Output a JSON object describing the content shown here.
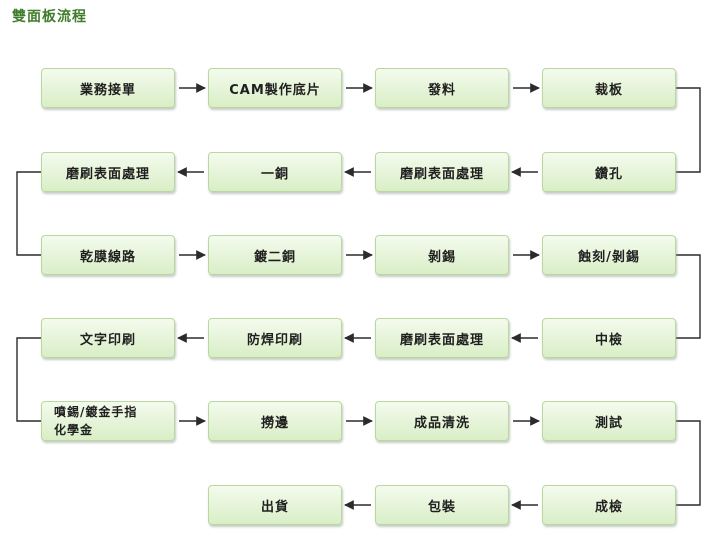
{
  "title": "雙面板流程",
  "flow": {
    "rows": [
      [
        "業務接單",
        "CAM製作底片",
        "發料",
        "裁板"
      ],
      [
        "磨刷表面處理",
        "一銅",
        "磨刷表面處理",
        "鑽孔"
      ],
      [
        "乾膜線路",
        "鍍二銅",
        "剝錫",
        "蝕刻/剝錫"
      ],
      [
        "文字印刷",
        "防焊印刷",
        "磨刷表面處理",
        "中檢"
      ],
      [
        "噴錫/鍍金手指\n化學金",
        "撈邊",
        "成品清洗",
        "測試"
      ],
      [
        "",
        "出貨",
        "包裝",
        "成檢"
      ]
    ]
  },
  "colors": {
    "title": "#3f7d2c",
    "edge": "#2b2b2b",
    "node_border": "#b8d8a0"
  }
}
